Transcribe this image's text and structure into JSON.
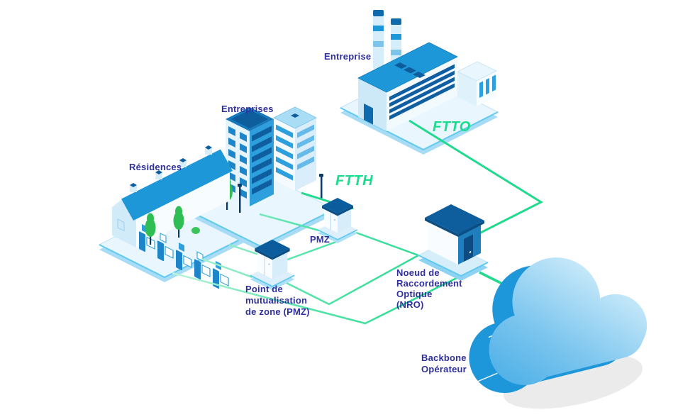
{
  "diagram": {
    "nodes": {
      "residences": {
        "label": "Résidences",
        "type": "row-houses"
      },
      "entreprises": {
        "label": "Entreprises",
        "type": "office-buildings"
      },
      "entreprise": {
        "label": "Entreprise",
        "type": "factory"
      },
      "pmz": {
        "label": "PMZ",
        "type": "street-cabinet"
      },
      "pmz_zone": {
        "label": "Point de\nmutualisation\nde zone (PMZ)",
        "type": "street-cabinet"
      },
      "nro": {
        "label": "Noeud de\nRaccordement\nOptique\n(NRO)",
        "type": "optical-node"
      },
      "backbone": {
        "label": "Backbone\nOpérateur",
        "type": "cloud"
      }
    },
    "links": {
      "ftto": {
        "label": "FTTO",
        "from": "entreprise",
        "to": "nro"
      },
      "ftth": {
        "label": "FTTH",
        "from": "entreprises",
        "to": "pmz"
      }
    },
    "colors": {
      "fiber_green": "#1FDB8C",
      "label_blue": "#2F2F9E",
      "building_blue": "#1E97D8",
      "dark_roof_blue": "#0B5C9C",
      "cloud_blue": "#2D9FDC",
      "platform_blue": "#E9F6FD",
      "shadow_gray": "#EBEBEB"
    }
  }
}
